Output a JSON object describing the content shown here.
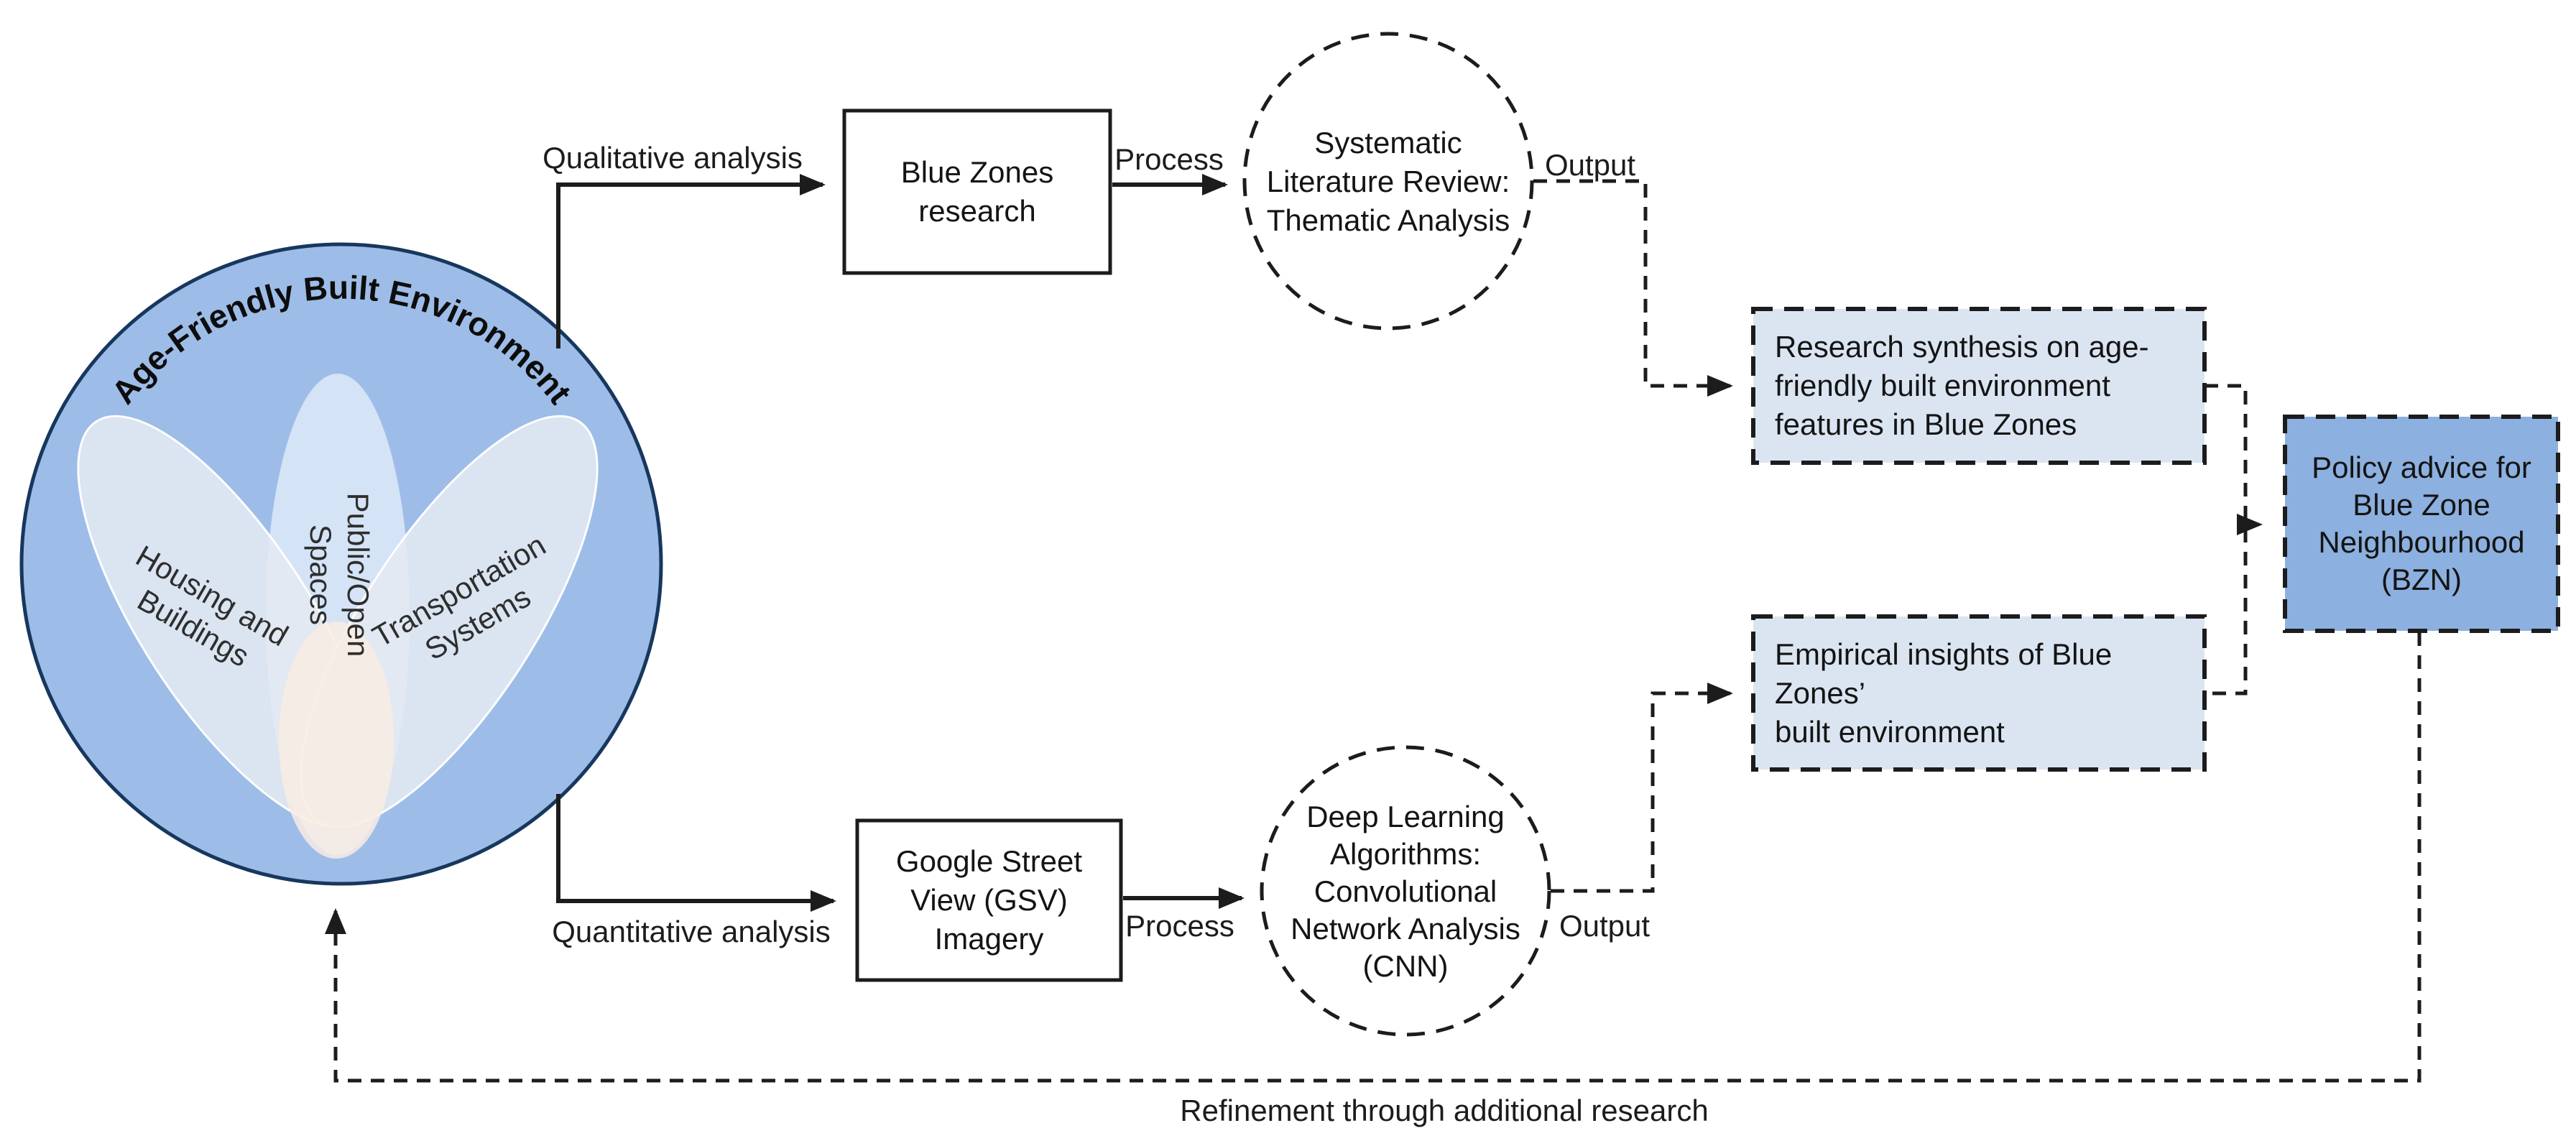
{
  "diagram": {
    "venn": {
      "title": "Age-Friendly Built Environment",
      "petals": [
        {
          "label": "Housing and\nBuildings"
        },
        {
          "label": "Public/Open\nSpaces"
        },
        {
          "label": "Transportation\nSystems"
        }
      ]
    },
    "top_path": {
      "branch_label": "Qualitative analysis",
      "input_box": "Blue Zones\nresearch",
      "process_label": "Process",
      "method_circle": "Systematic\nLiterature Review:\nThematic Analysis",
      "output_label": "Output",
      "result_box": "Research synthesis on age-\nfriendly built environment\nfeatures in Blue Zones"
    },
    "bottom_path": {
      "branch_label": "Quantitative analysis",
      "input_box": "Google Street\nView (GSV)\nImagery",
      "process_label": "Process",
      "method_circle": "Deep Learning\nAlgorithms:\nConvolutional\nNetwork Analysis\n(CNN)",
      "output_label": "Output",
      "result_box": "Empirical insights of Blue Zones’\nbuilt environment"
    },
    "policy_box": "Policy advice for\nBlue Zone\nNeighbourhood\n(BZN)",
    "feedback_label": "Refinement through additional research",
    "colors": {
      "circle_fill": "#9DBDE8",
      "circle_border": "#17375E",
      "side_petal_fill": "#E4E9F1",
      "center_petal_fill": "#D8E5F7",
      "overlap_fill": "#F8ECE3",
      "light_box_fill": "#DBE5F2",
      "policy_box_fill": "#8CB0DF",
      "line_color": "#1C1C1C"
    }
  }
}
